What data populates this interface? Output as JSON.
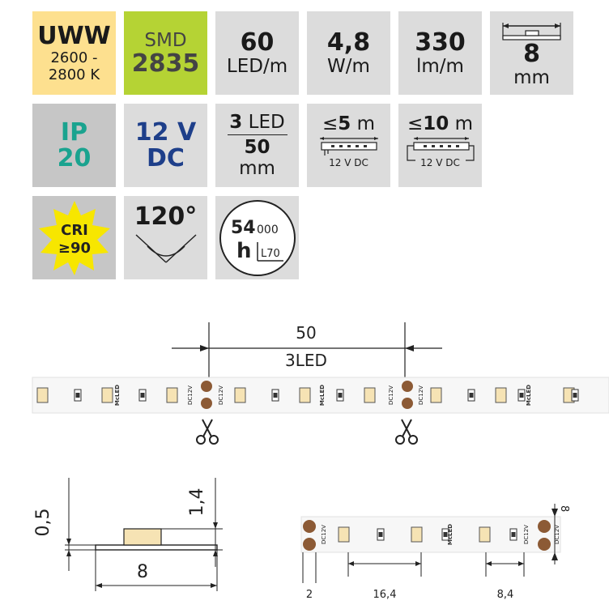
{
  "tiles": {
    "uww": {
      "code": "UWW",
      "range_a": "2600 -",
      "range_b": "2800 K"
    },
    "smd": {
      "label": "SMD",
      "model": "2835"
    },
    "led_density": {
      "value": "60",
      "unit": "LED/m"
    },
    "power": {
      "value": "4,8",
      "unit": "W/m"
    },
    "lumen": {
      "value": "330",
      "unit": "lm/m"
    },
    "width": {
      "value": "8",
      "unit": "mm"
    },
    "ip": {
      "label": "IP",
      "value": "20"
    },
    "voltage": {
      "value": "12 V",
      "type": "DC"
    },
    "cut": {
      "count": "3",
      "led": "LED",
      "length": "50",
      "unit": "mm"
    },
    "max5": {
      "prefix": "≤",
      "len": "5",
      "unit": "m",
      "supply": "12 V DC"
    },
    "max10": {
      "prefix": "≤",
      "len": "10",
      "unit": "m",
      "supply": "12 V DC"
    },
    "cri": {
      "label": "CRI",
      "value": "≥90"
    },
    "angle": {
      "value": "120°"
    },
    "life": {
      "big": "54",
      "small": "000",
      "h": "h",
      "rating": "L70"
    }
  },
  "strip_diagram": {
    "dim_len": "50",
    "dim_group": "3LED",
    "pad_label": "DC12V",
    "pad_plus": "+",
    "pad_minus": "-",
    "brand": "McLED"
  },
  "profile": {
    "thickness": "0,5",
    "height": "1,4",
    "width": "8"
  },
  "detail": {
    "edge": "2",
    "pitch_group": "16,4",
    "pitch": "8,4",
    "width": "8"
  },
  "colors": {
    "warm_led": "#f6e3b4",
    "pad": "#8c5a35",
    "tile_gray": "#dcdcdc"
  }
}
